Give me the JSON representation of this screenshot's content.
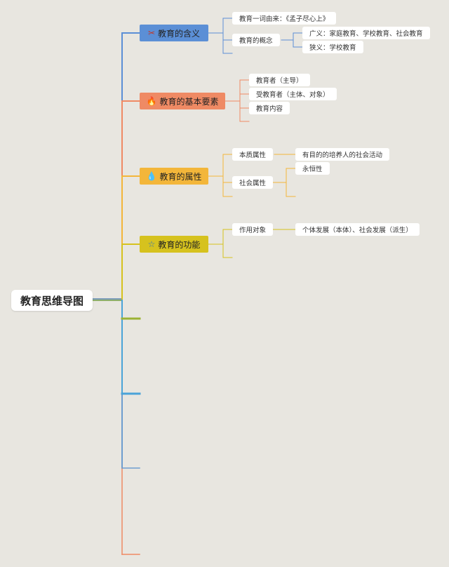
{
  "root": {
    "label": "教育思维导图"
  },
  "branches": [
    {
      "label": "教育的含义",
      "icon": "✂",
      "icon_name": "pencil-icon",
      "color": "#5b8fd6",
      "line_color": "#5b8fd6",
      "children": [
        {
          "label": "教育一词由来：《孟子尽心上》",
          "children": []
        },
        {
          "label": "教育的概念",
          "children": [
            {
              "label": "广义：家庭教育、学校教育、社会教育"
            },
            {
              "label": "狭义：学校教育"
            }
          ]
        }
      ]
    },
    {
      "label": "教育的基本要素",
      "icon": "🔥",
      "icon_name": "fire-icon",
      "color": "#ef8a64",
      "line_color": "#ef8a64",
      "children": [
        {
          "label": "教育者（主导）",
          "children": []
        },
        {
          "label": "受教育者（主体、对象）",
          "children": []
        },
        {
          "label": "教育内容",
          "children": []
        }
      ]
    },
    {
      "label": "教育的属性",
      "icon": "💧",
      "icon_name": "drop-icon",
      "color": "#f3b63a",
      "line_color": "#f3b63a",
      "children": [
        {
          "label": "本质属性",
          "children": [
            {
              "label": "有目的的培养人的社会活动"
            }
          ]
        },
        {
          "label": "社会属性",
          "children": [
            {
              "label": "永恒性"
            }
          ]
        }
      ]
    },
    {
      "label": "教育的功能",
      "icon": "☆",
      "icon_name": "star-icon",
      "color": "#d6c21e",
      "line_color": "#d6c21e",
      "children": [
        {
          "label": "作用对象",
          "children": [
            {
              "label": "个体发展（本体）、社会发展（派生）"
            }
          ]
        }
      ]
    }
  ],
  "extra_branch_colors": [
    "#9bb234",
    "#4aa3d8",
    "#6e9dcf",
    "#ef8a64"
  ]
}
